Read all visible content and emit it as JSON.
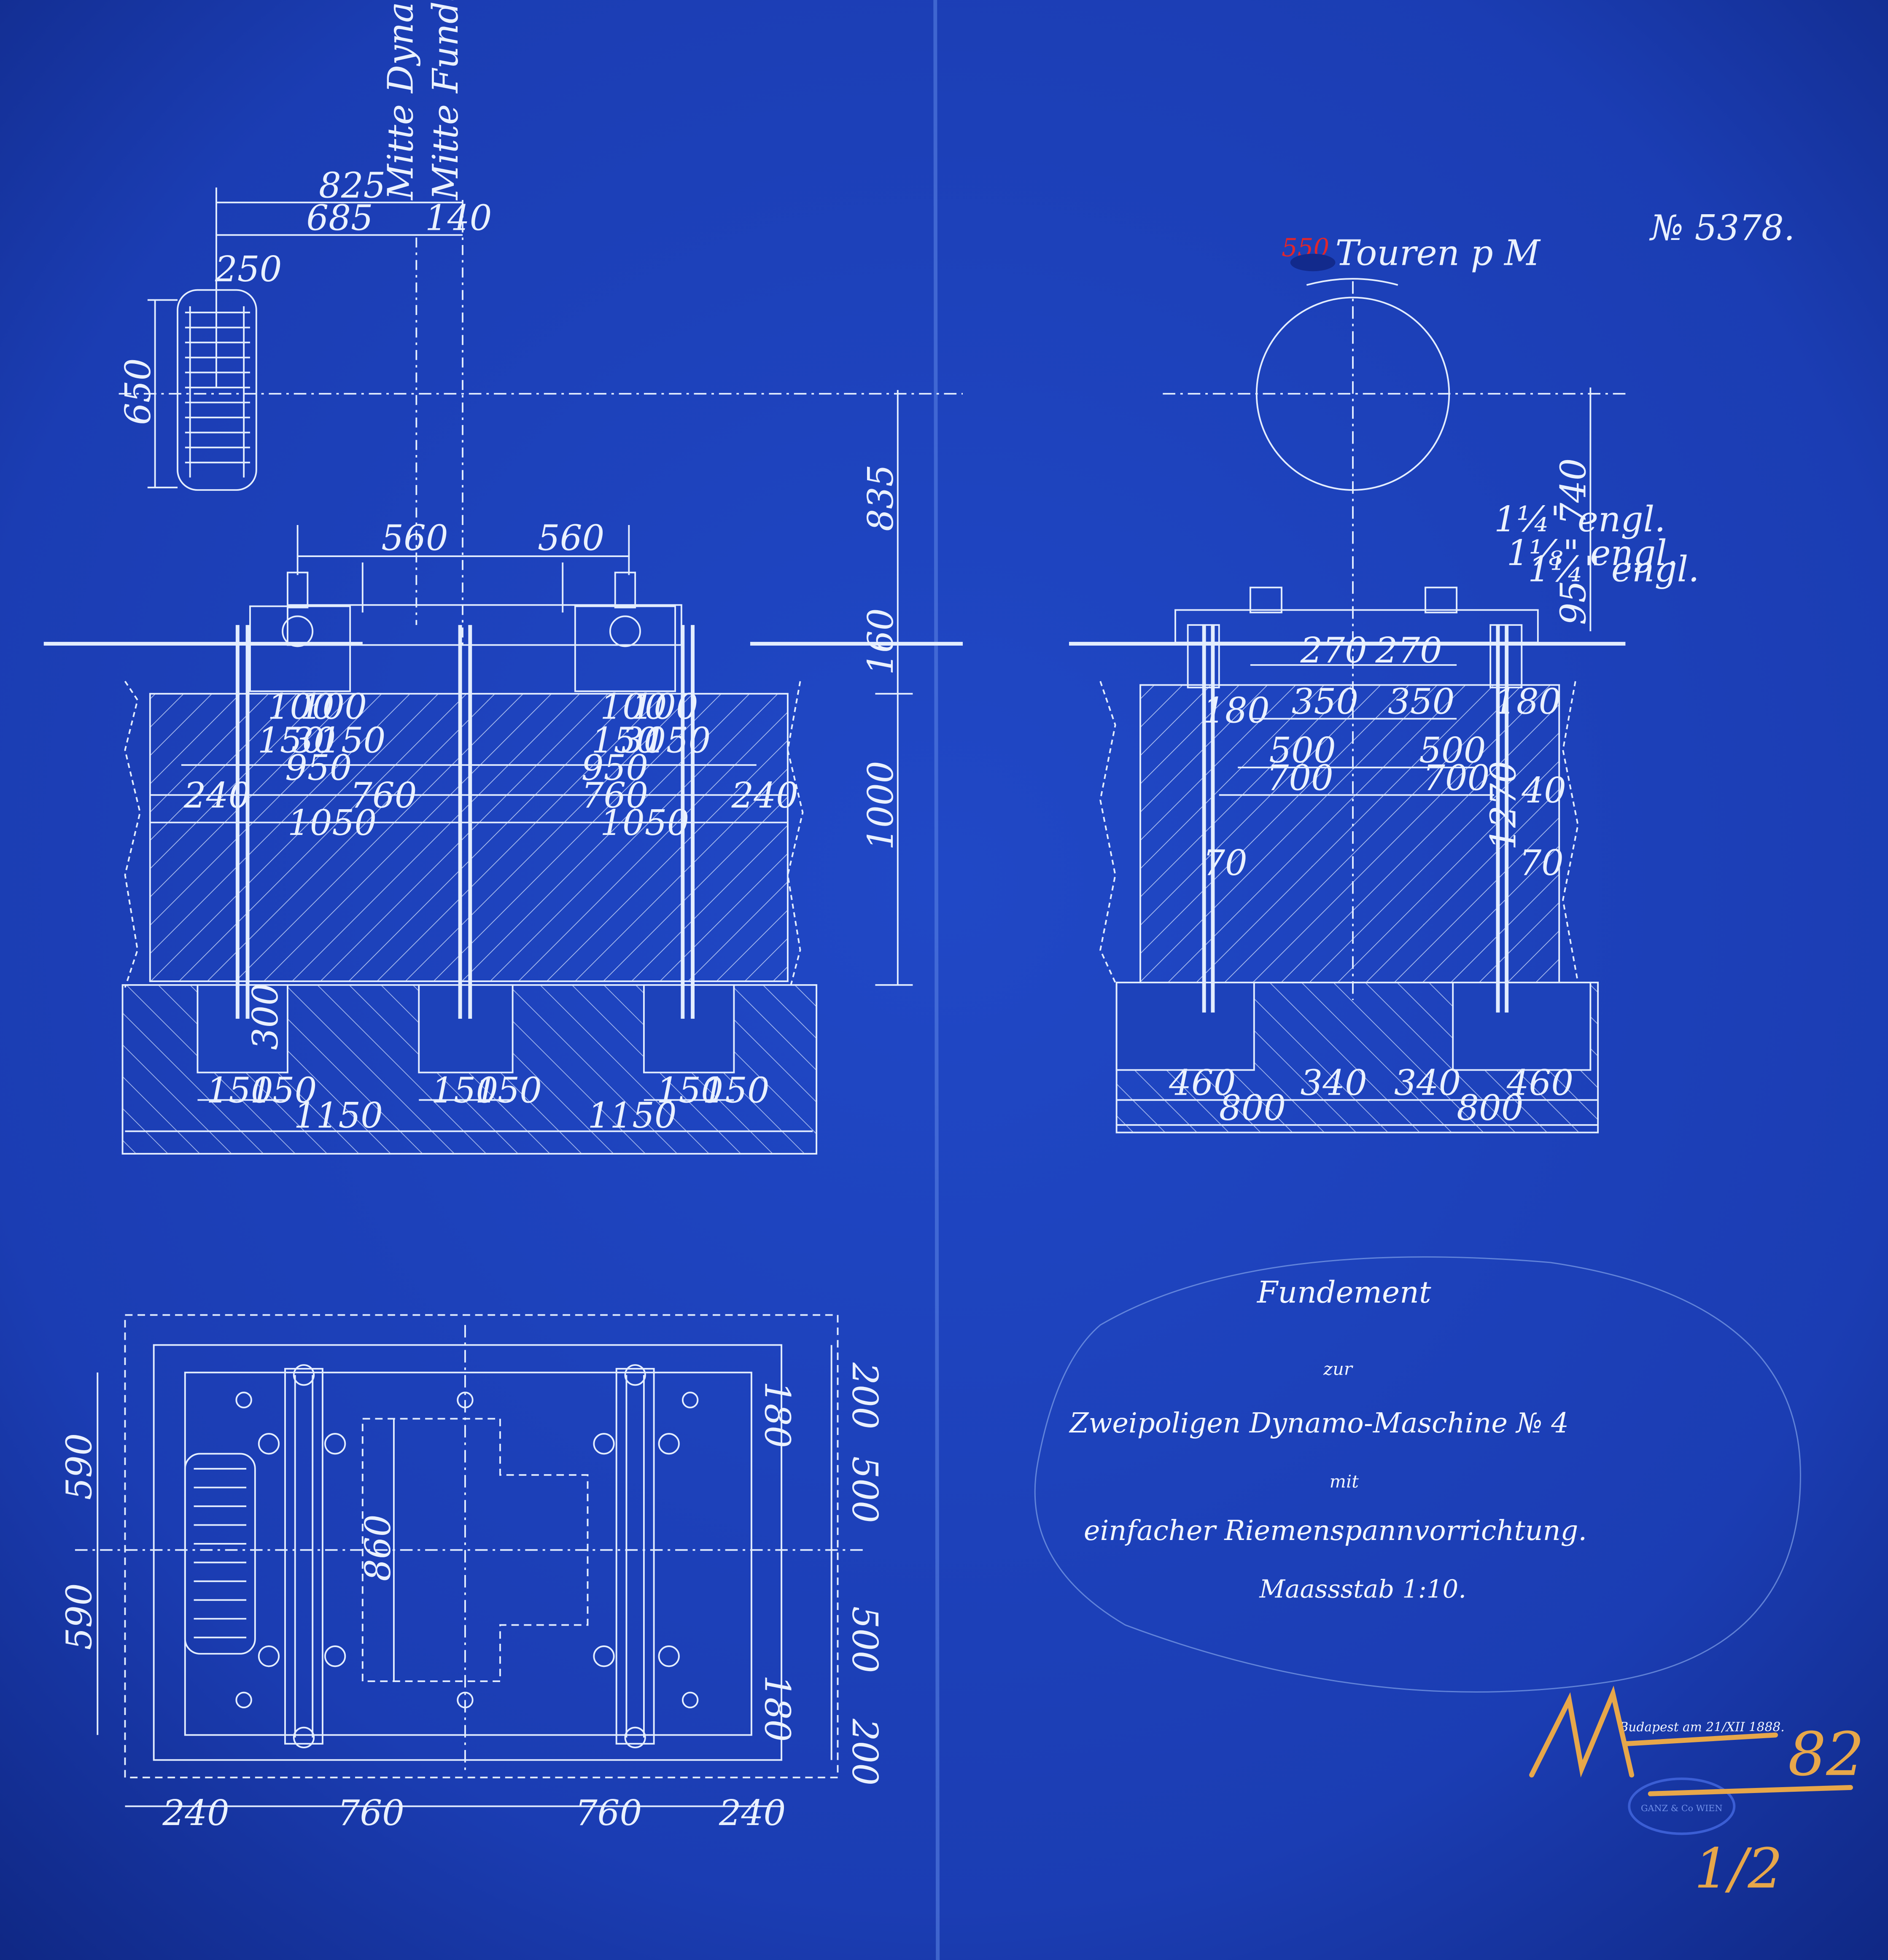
{
  "sheet": {
    "number": "№ 5378.",
    "red_mark": "550",
    "arrow_label": "Touren p M",
    "colors": {
      "paper": "#1b3fb8",
      "paper_edge": "#0d2373",
      "ink": "#e6efff",
      "red": "#e0262c",
      "crayon": "#e7a74a"
    }
  },
  "title_block": {
    "line1": "Fundement",
    "line2": "zur",
    "line3": "Zweipoligen Dynamo-Maschine № 4",
    "line4": "mit",
    "line5": "einfacher Riemenspannvorrichtung.",
    "line6": "Maassstab 1:10.",
    "signature_place": "Budapest am 21/XII 1888.",
    "stamp_text": "GANZ & Co WIEN",
    "crayon_note_top": "82",
    "crayon_note_bottom": "1/2"
  },
  "front_elevation": {
    "labels": {
      "centre_dynamo": "Mitte Dynamo",
      "centre_foundation": "Mitte Fundament"
    },
    "dims": {
      "d825": "825",
      "d685": "685",
      "d140": "140",
      "d250": "250",
      "d650": "650",
      "d560a": "560",
      "d560b": "560",
      "d835": "835",
      "d160": "160",
      "d1000": "1000",
      "d100a": "100",
      "d100b": "100",
      "d100c": "100",
      "d100d": "100",
      "d150a": "150",
      "d30a": "30",
      "d150b": "150",
      "d150c": "150",
      "d30b": "30",
      "d150d": "150",
      "d950a": "950",
      "d950b": "950",
      "d240a": "240",
      "d760": "760",
      "d760b": "760",
      "d240b": "240",
      "d1050a": "1050",
      "d1050b": "1050",
      "d300": "300",
      "d150e": "150",
      "d150f": "150",
      "d150g": "150",
      "d150h": "150",
      "d150i": "150",
      "d150j": "150",
      "d1150a": "1150",
      "d1150b": "1150"
    }
  },
  "side_elevation": {
    "dims": {
      "d740": "740",
      "d95": "95",
      "bolt1": "1¼\" engl.",
      "bolt2": "1⅛\" engl.",
      "bolt3": "1¼\" engl.",
      "d270a": "270",
      "d270b": "270",
      "d350a": "350",
      "d350b": "350",
      "d500a": "500",
      "d500b": "500",
      "d700a": "700",
      "d700b": "700",
      "d180a": "180",
      "d180b": "180",
      "d1270": "1270",
      "d40": "40",
      "d70a": "70",
      "d70b": "70",
      "d460a": "460",
      "d340a": "340",
      "d340b": "340",
      "d460b": "460",
      "d800a": "800",
      "d800b": "800"
    }
  },
  "plan_view": {
    "dims": {
      "d590a": "590",
      "d590b": "590",
      "d860": "860",
      "d200a": "200",
      "d500a": "500",
      "d500b": "500",
      "d200b": "200",
      "d180a": "180",
      "d180b": "180",
      "d240a": "240",
      "d760a": "760",
      "d760b": "760",
      "d240b": "240"
    }
  }
}
